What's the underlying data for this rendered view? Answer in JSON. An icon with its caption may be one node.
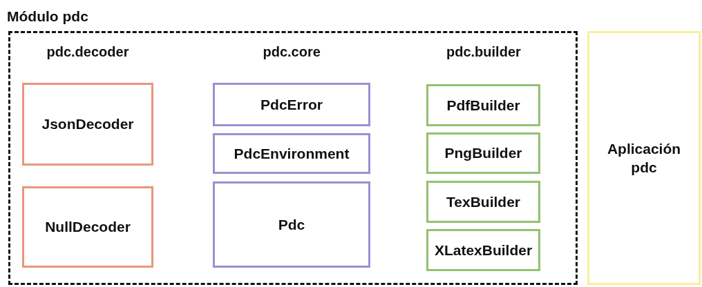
{
  "diagram": {
    "nodes": [
      {
        "text": [
          "Módulo pdc"
        ]
      },
      {
        "text": [
          "JsonDecoder"
        ],
        "in": 0
      },
      {
        "text": [
          "NullDecoder"
        ],
        "in": 0
      },
      {
        "text": [
          "PdcError"
        ],
        "in": 0
      },
      {
        "text": [
          "PdcEnvironment"
        ],
        "in": 0
      },
      {
        "text": [
          "Pdc"
        ],
        "in": 0
      },
      {
        "text": [
          "PdfBuilder"
        ],
        "in": 0
      },
      {
        "text": [
          "PngBuilder"
        ],
        "in": 0
      },
      {
        "text": [
          "TexBuilder"
        ],
        "in": 0
      },
      {
        "text": [
          "XLatexBuilder"
        ],
        "in": 0
      },
      {
        "text": [
          "Aplicación pdc"
        ]
      }
    ],
    "edges": [],
    "labels": [
      "pdc.decoder",
      "pdc.core",
      "pdc.builder"
    ]
  }
}
